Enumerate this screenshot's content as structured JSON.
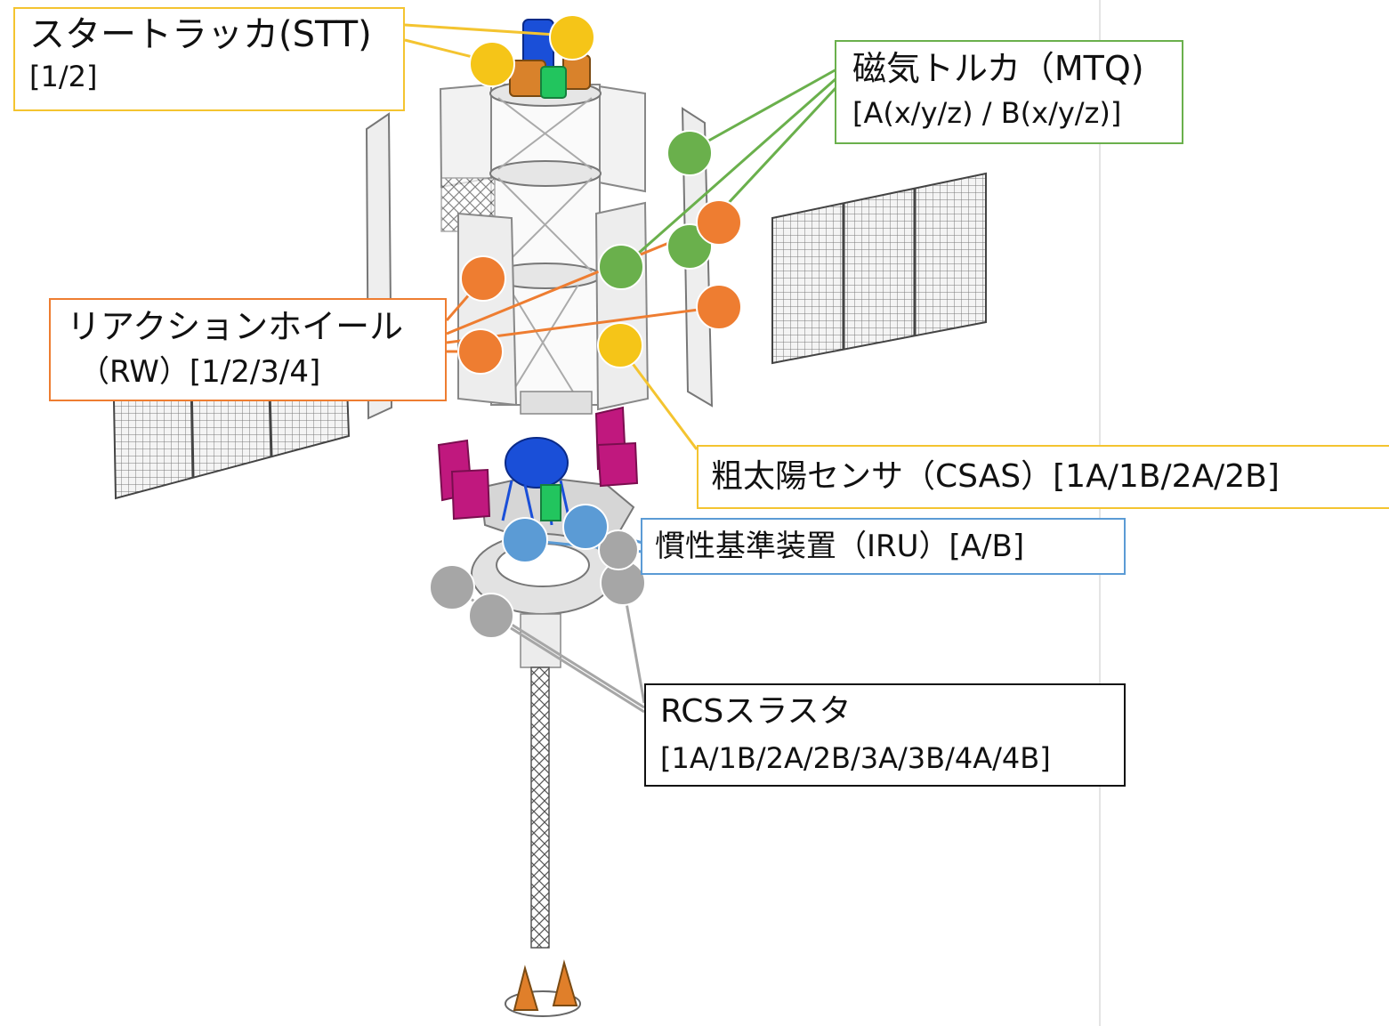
{
  "labels": {
    "stt": {
      "line1": "スタートラッカ(STT)",
      "line2": "[1/2]",
      "color": "#f4c430"
    },
    "mtq": {
      "line1": "磁気トルカ（MTQ)",
      "line2": "[A(x/y/z) / B(x/y/z)]",
      "color": "#6ab04c"
    },
    "rw": {
      "line1": "リアクションホイール",
      "line2": "（RW）[1/2/3/4]",
      "color": "#ee7d31"
    },
    "csas": {
      "line1": "粗太陽センサ（CSAS）[1A/1B/2A/2B]",
      "color": "#f4c430"
    },
    "iru": {
      "line1": "慣性基準装置（IRU）[A/B]",
      "color": "#5b9bd5"
    },
    "rcs": {
      "line1": "RCSスラスタ",
      "line2": "[1A/1B/2A/2B/3A/3B/4A/4B]",
      "color": "#111111"
    }
  },
  "marker_colors": {
    "stt": "#f5c518",
    "mtq": "#6ab04c",
    "rw": "#ee7d31",
    "csas": "#f5c518",
    "iru": "#5b9bd5",
    "rcs": "#a6a6a6"
  }
}
